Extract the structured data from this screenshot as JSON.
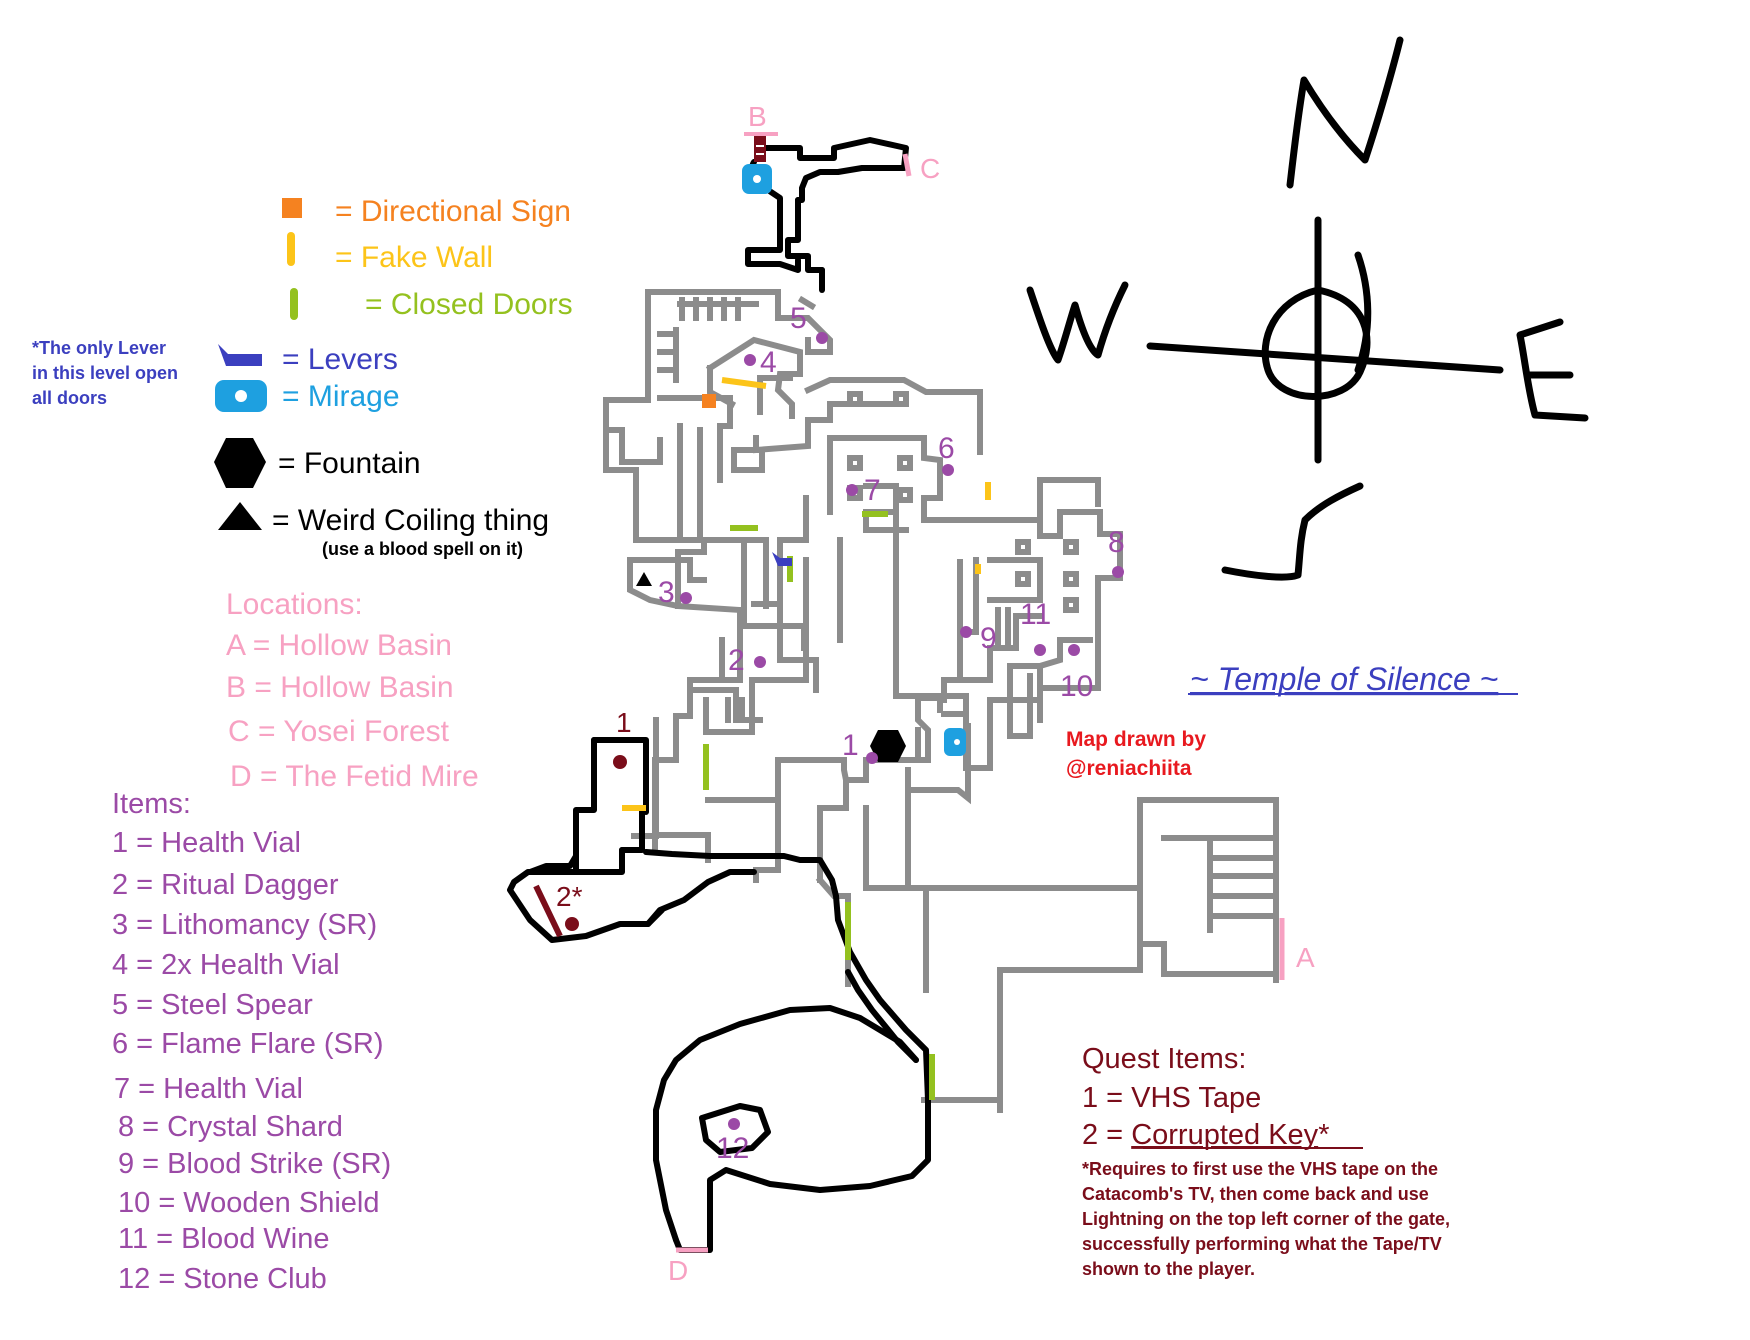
{
  "title": "~ Temple of Silence ~",
  "credit": [
    "Map drawn by",
    "@reniachiita"
  ],
  "legend": {
    "sign": "= Directional Sign",
    "fake_wall": "= Fake Wall",
    "closed_doors": "= Closed Doors",
    "levers": "= Levers",
    "mirage": "= Mirage",
    "fountain": "= Fountain",
    "coil": "= Weird Coiling thing",
    "coil_note": "(use a blood spell on it)",
    "lever_note": [
      "*The only Lever",
      "in this level open",
      "all doors"
    ]
  },
  "locations": {
    "heading": "Locations:",
    "list": [
      "A = Hollow Basin",
      "B = Hollow Basin",
      "C = Yosei Forest",
      "D = The Fetid Mire"
    ]
  },
  "items": {
    "heading": "Items:",
    "list": [
      "1 = Health Vial",
      "2 = Ritual Dagger",
      "3 = Lithomancy (SR)",
      "4 = 2x Health Vial",
      "5 = Steel Spear",
      "6 = Flame Flare (SR)",
      "7 = Health Vial",
      "8 = Crystal Shard",
      "9 = Blood Strike (SR)",
      "10 = Wooden Shield",
      "11 = Blood Wine",
      "12 = Stone Club"
    ]
  },
  "quest": {
    "heading": "Quest Items:",
    "item1": "1 = VHS Tape",
    "item2_prefix": "2 = ",
    "item2_name": "Corrupted Key",
    "item2_suffix": "*",
    "note": [
      "*Requires to first use the VHS tape on the",
      "Catacomb's TV, then come back and use",
      "Lightning on the top left corner of the gate,",
      "successfully performing what the Tape/TV",
      "shown to the player."
    ]
  },
  "map_labels": {
    "A": "A",
    "B": "B",
    "C": "C",
    "D": "D",
    "n1": "1",
    "n2": "2",
    "n3": "3",
    "n4": "4",
    "n5": "5",
    "n6": "6",
    "n7": "7",
    "n8": "8",
    "n9": "9",
    "n10": "10",
    "n11": "11",
    "n12": "12",
    "q1": "1",
    "q2": "2*"
  },
  "compass": {
    "N": "N",
    "E": "E",
    "S": "S",
    "W": "W"
  },
  "colors": {
    "sign": "#f58220",
    "fake_wall": "#fcc419",
    "closed_doors": "#94c11f",
    "levers": "#3b3fbf",
    "mirage": "#1ea0e0",
    "items": "#9b4aa6",
    "locations": "#f7a1c2",
    "quest": "#7a0d1a",
    "credit": "#e8191f",
    "title": "#3b3fbf"
  }
}
